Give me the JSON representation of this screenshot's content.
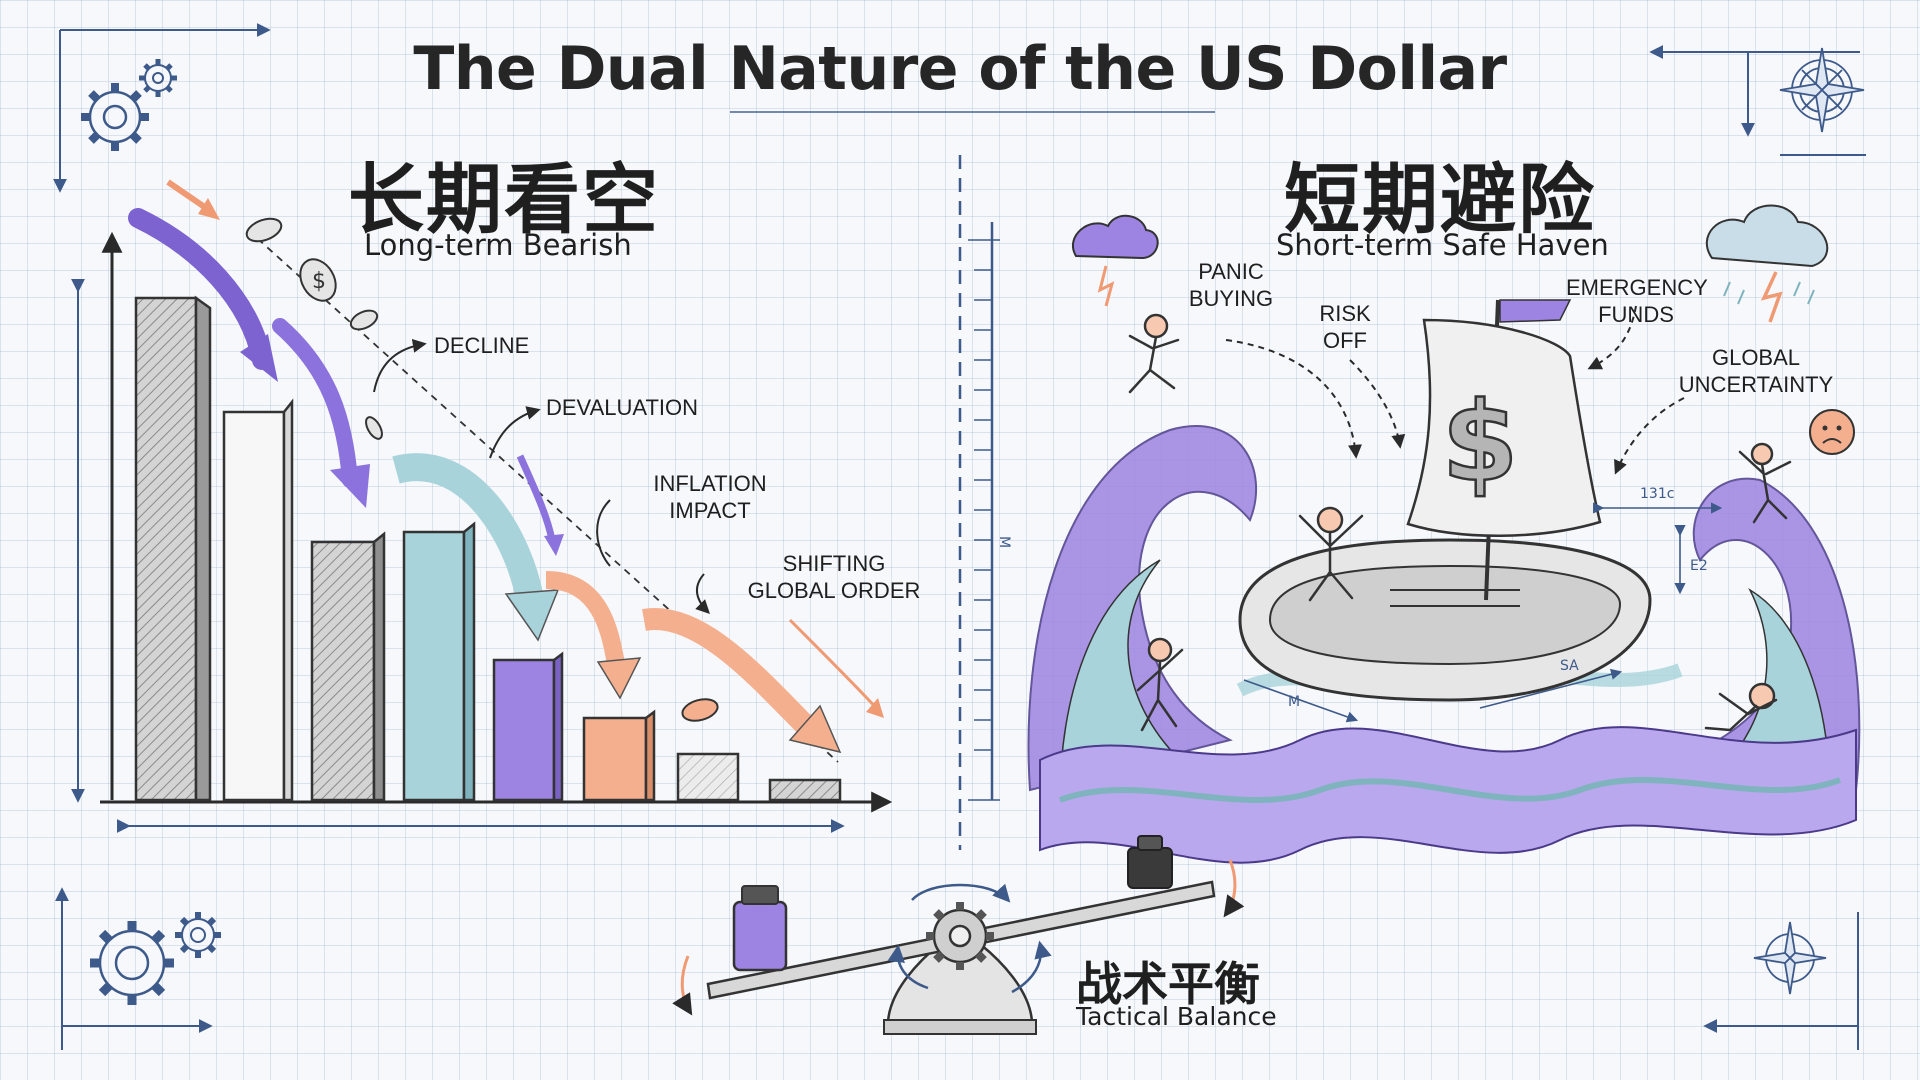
{
  "title": "The Dual Nature of the US Dollar",
  "left_panel": {
    "heading_zh": "长期看空",
    "heading_en": "Long-term Bearish",
    "annotations": [
      "DECLINE",
      "DEVALUATION",
      "INFLATION\nIMPACT",
      "SHIFTING\nGLOBAL ORDER"
    ]
  },
  "right_panel": {
    "heading_zh": "短期避险",
    "heading_en": "Short-term Safe Haven",
    "annotations": [
      "PANIC\nBUYING",
      "RISK\nOFF",
      "EMERGENCY\nFUNDS",
      "GLOBAL\nUNCERTAINTY"
    ],
    "sail_symbol": "$",
    "dimension_marks": [
      "131c",
      "E2",
      "SA",
      "M",
      "M"
    ]
  },
  "center": {
    "heading_zh": "战术平衡",
    "heading_en": "Tactical Balance"
  },
  "colors": {
    "purple": "#9d84e2",
    "teal": "#a9d3db",
    "salmon": "#f4b08e",
    "gray": "#c7c7c7",
    "blueprint": "#3d5a8a"
  },
  "icons": [
    "gear-icon",
    "compass-rose-icon",
    "storm-cloud-icon",
    "sad-face-icon",
    "coin-icon",
    "balance-scale-icon",
    "weight-icon"
  ]
}
